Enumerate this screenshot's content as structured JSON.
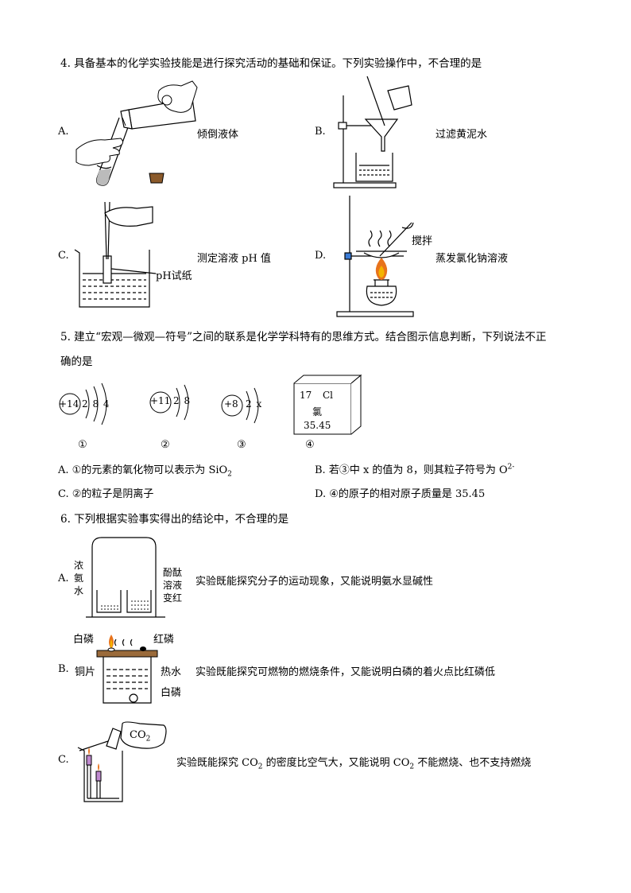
{
  "q4": {
    "stem": "4. 具备基本的化学实验技能是进行探究活动的基础和保证。下列实验操作中，不合理的是",
    "options": {
      "A": {
        "letter": "A.",
        "text": "倾倒液体"
      },
      "B": {
        "letter": "B.",
        "text": "过滤黄泥水"
      },
      "C": {
        "letter": "C.",
        "text": "测定溶液 pH 值",
        "label": "pH试纸"
      },
      "D": {
        "letter": "D.",
        "text": "蒸发氯化钠溶液",
        "label": "搅拌"
      }
    }
  },
  "q5": {
    "stem_line1": "5. 建立“宏观—微观—符号”之间的联系是化学学科特有的思维方式。结合图示信息判断，下列说法不正",
    "stem_line2": "确的是",
    "structures": [
      {
        "nucleus": "+14",
        "electrons": "2 8 4",
        "caption": "①"
      },
      {
        "nucleus": "+11",
        "electrons": "2 8",
        "caption": "②"
      },
      {
        "nucleus": "+8",
        "electrons": "2 x",
        "caption": "③"
      }
    ],
    "element_card": {
      "number": "17",
      "symbol": "Cl",
      "name": "氯",
      "mass": "35.45",
      "caption": "④"
    },
    "options": {
      "A": {
        "pre": "A. ①的元素的氧化物可以表示为 SiO",
        "sub": "2"
      },
      "B": {
        "pre": "B.  若③中 x 的值为 8，则其粒子符号为 O",
        "sup": "2-"
      },
      "C": {
        "text": "C. ②的粒子是阴离子"
      },
      "D": {
        "text": "D. ④的原子的相对原子质量是 35.45"
      }
    }
  },
  "q6": {
    "stem": "6. 下列根据实验事实得出的结论中，不合理的是",
    "options": {
      "A": {
        "letter": "A.",
        "text": "实验既能探究分子的运动现象，又能说明氨水显碱性",
        "left_label": [
          "浓",
          "氨",
          "水"
        ],
        "right_label": [
          "酚酞",
          "溶液",
          "变红"
        ]
      },
      "B": {
        "letter": "B.",
        "text": "实验既能探究可燃物的燃烧条件，又能说明白磷的着火点比红磷低",
        "labels": {
          "white_p_top": "白磷",
          "red_p": "红磷",
          "copper": "铜片",
          "hot_water": "热水",
          "white_p_bottom": "白磷"
        }
      },
      "C": {
        "letter": "C.",
        "text_pre": "实验既能探究 CO",
        "text_mid": " 的密度比空气大，又能说明 CO",
        "text_post": " 不能燃烧、也不支持燃烧",
        "sub": "2",
        "bubble": "CO",
        "bubble_sub": "2"
      }
    }
  },
  "colors": {
    "text": "#000000",
    "flame": "#e8731c",
    "flame_inner": "#f4b400",
    "wood": "#8b5a2b",
    "copper": "#9a6a3a",
    "red_p": "#c0392b"
  }
}
